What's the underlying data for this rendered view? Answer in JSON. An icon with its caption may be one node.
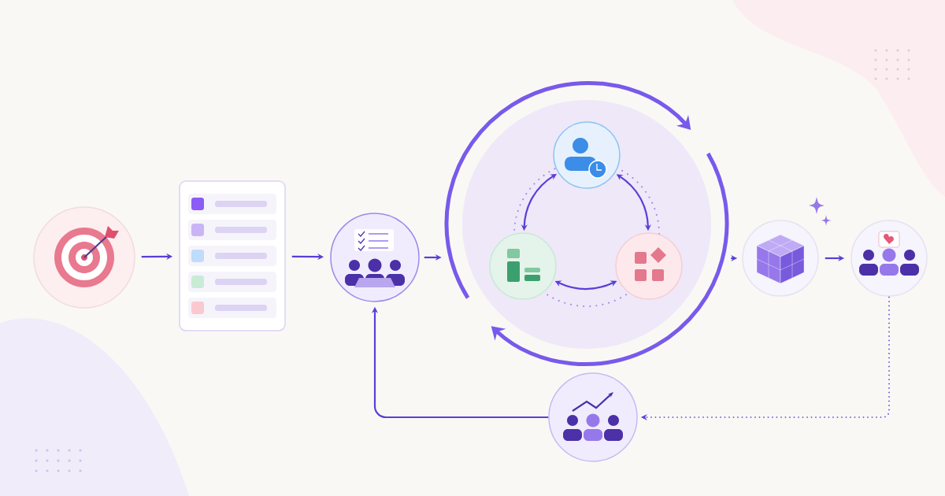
{
  "diagram": {
    "nodes": [
      {
        "text": [],
        "shape": "picture"
      },
      {
        "text": [],
        "shape": "picture"
      },
      {
        "text": [],
        "shape": "picture"
      },
      {
        "text": [],
        "shape": "circle"
      },
      {
        "text": [],
        "shape": "picture",
        "in": 3
      },
      {
        "text": [],
        "shape": "picture",
        "in": 3
      },
      {
        "text": [],
        "shape": "picture",
        "in": 3
      },
      {
        "text": [],
        "shape": "picture"
      },
      {
        "text": [],
        "shape": "picture"
      },
      {
        "text": [],
        "shape": "picture"
      }
    ],
    "edges": [
      {
        "from": 0,
        "to": 1,
        "arrow": "to"
      },
      {
        "from": 1,
        "to": 2,
        "arrow": "to"
      },
      {
        "from": 2,
        "to": 3,
        "arrow": "to"
      },
      {
        "from": 4,
        "to": 6,
        "arrow": "both"
      },
      {
        "from": 6,
        "to": 5,
        "arrow": "both"
      },
      {
        "from": 5,
        "to": 4,
        "arrow": "both"
      },
      {
        "from": 3,
        "to": 7,
        "arrow": "to"
      },
      {
        "from": 7,
        "to": 8,
        "arrow": "to"
      },
      {
        "from": 8,
        "to": 9,
        "arrow": "to",
        "style": "dashed"
      },
      {
        "from": 9,
        "to": 2,
        "arrow": "to"
      }
    ]
  }
}
